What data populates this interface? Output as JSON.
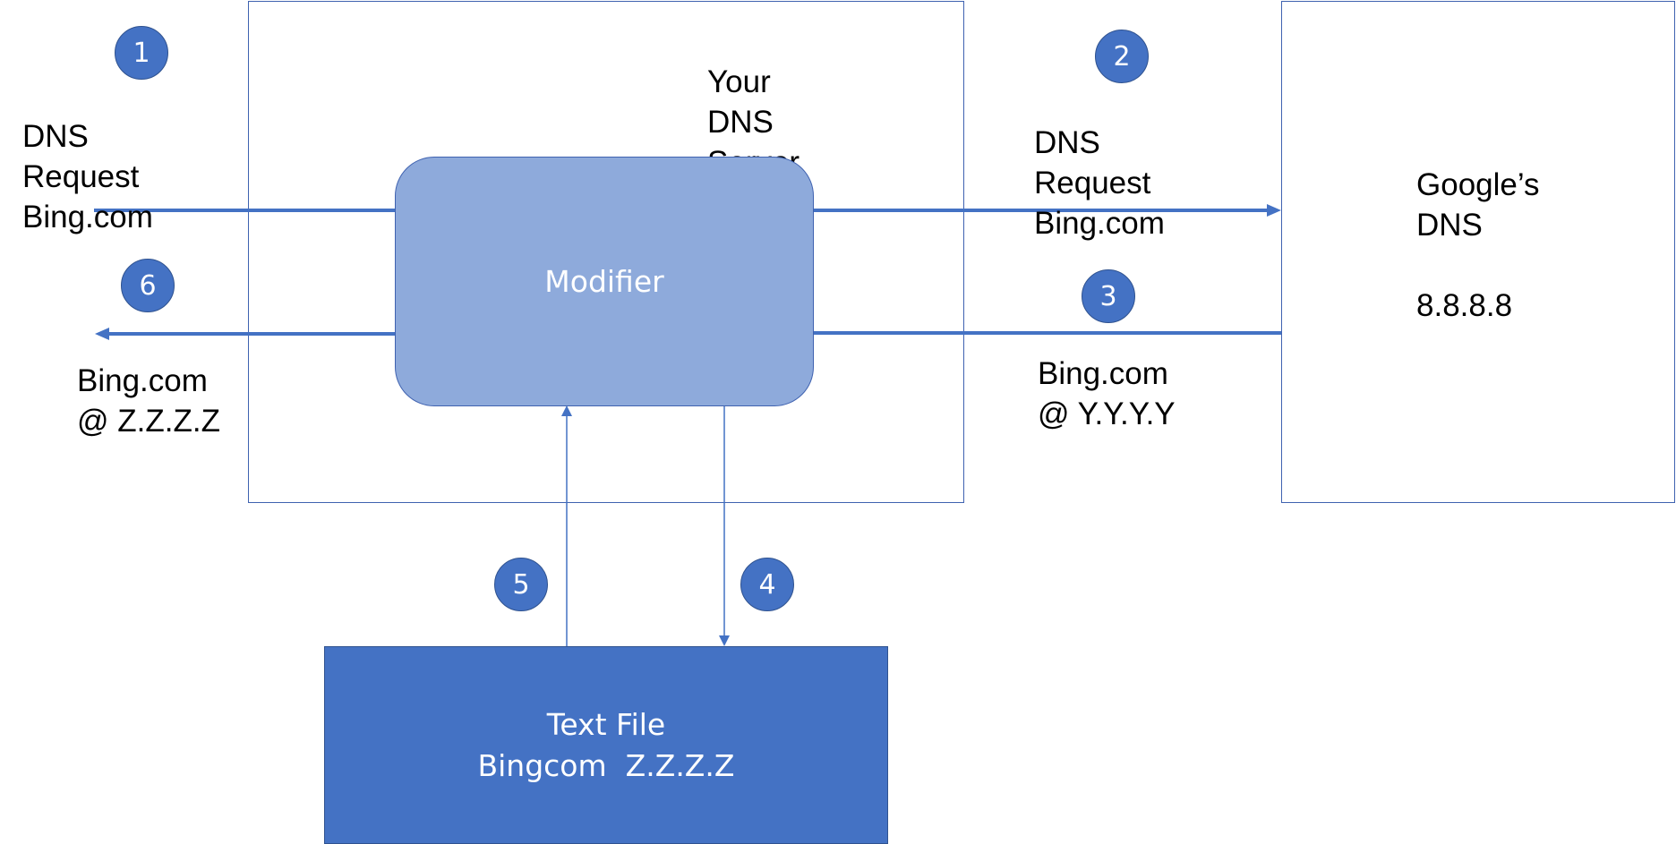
{
  "colors": {
    "accent": "#4472c4",
    "modifier_fill": "#8eaadb",
    "border": "#3f62b0",
    "text": "#000000",
    "inverse_text": "#ffffff"
  },
  "steps": [
    "1",
    "2",
    "3",
    "4",
    "5",
    "6"
  ],
  "your_dns_server": {
    "lines": [
      "Your",
      "DNS",
      "Server"
    ]
  },
  "modifier": {
    "label": "Modifier"
  },
  "google_dns": {
    "lines": [
      "Google’s",
      "DNS",
      "",
      "8.8.8.8"
    ]
  },
  "text_file": {
    "lines": [
      "Text File",
      "Bingcom  Z.Z.Z.Z"
    ]
  },
  "labels": {
    "request_in": [
      "DNS",
      "Request",
      "Bing.com"
    ],
    "request_out": [
      "DNS",
      "Request",
      "Bing.com"
    ],
    "response_in": [
      "Bing.com",
      "@ Y.Y.Y.Y"
    ],
    "response_out": [
      "Bing.com",
      "@ Z.Z.Z.Z"
    ]
  }
}
